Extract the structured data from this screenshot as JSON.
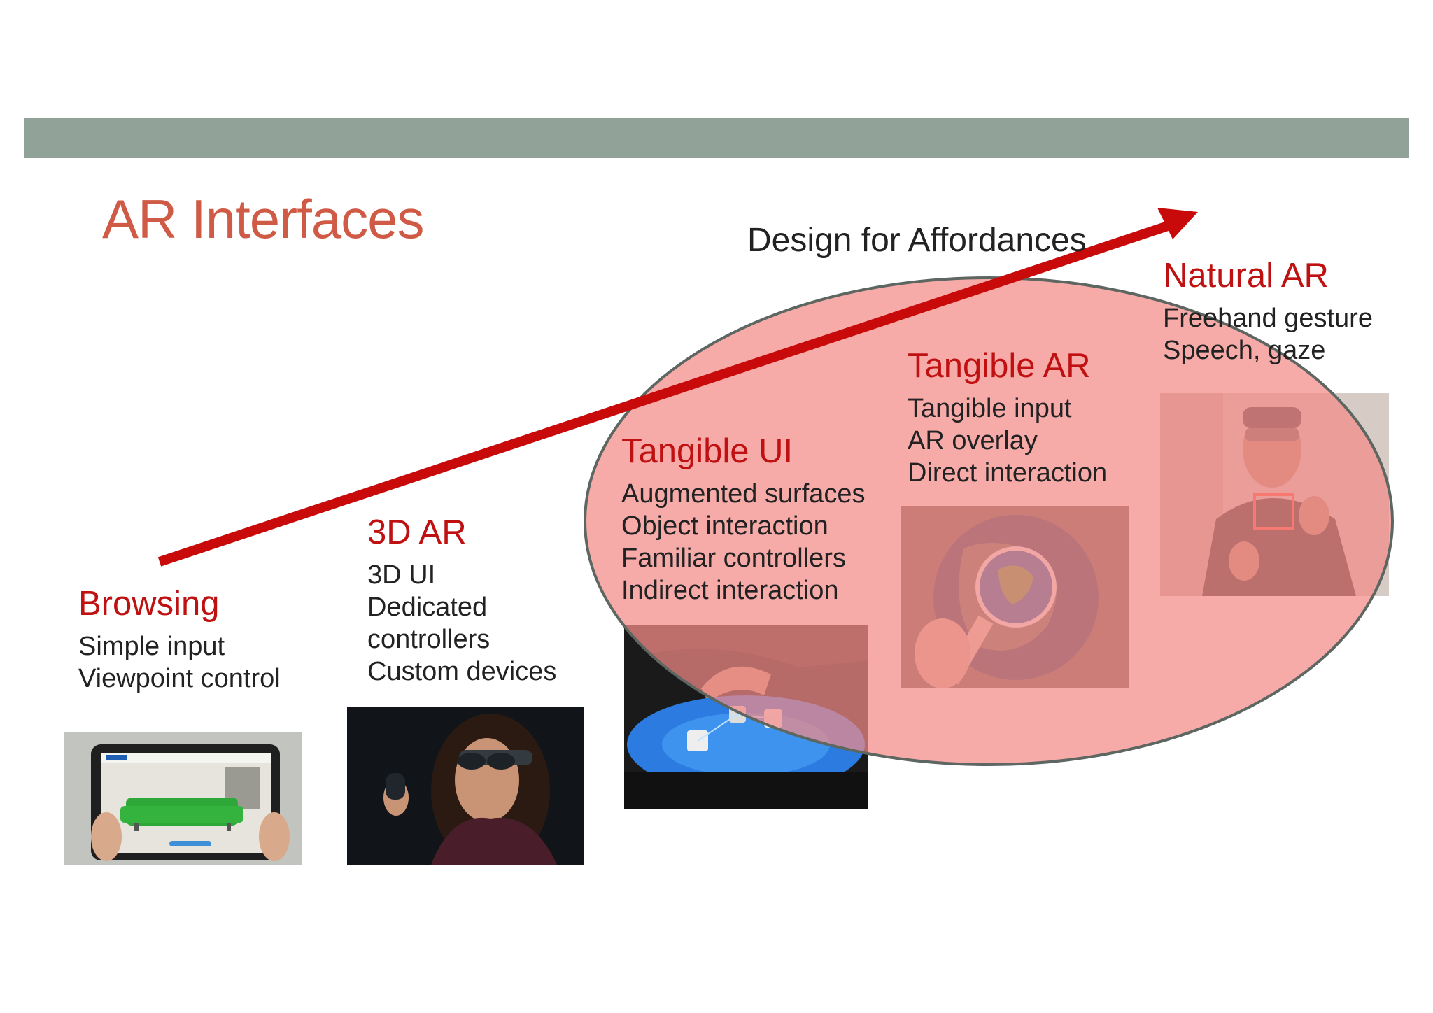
{
  "slide": {
    "title": "AR Interfaces",
    "arrow_label": "Design for Affordances"
  },
  "stages": [
    {
      "heading": "Browsing",
      "lines": [
        "Simple input",
        "Viewpoint control"
      ],
      "image": "tablet-sofa-ar-photo"
    },
    {
      "heading": "3D AR",
      "lines": [
        "3D UI",
        "Dedicated",
        "controllers",
        "Custom devices"
      ],
      "image": "headset-controller-photo"
    },
    {
      "heading": "Tangible UI",
      "lines": [
        "Augmented surfaces",
        "Object interaction",
        "Familiar controllers",
        "Indirect interaction"
      ],
      "image": "tabletop-interaction-photo"
    },
    {
      "heading": "Tangible AR",
      "lines": [
        "Tangible input",
        "AR overlay",
        "Direct interaction"
      ],
      "image": "globe-magnifier-photo"
    },
    {
      "heading": "Natural AR",
      "lines": [
        "Freehand gesture",
        "Speech, gaze"
      ],
      "image": "hololens-gesture-photo"
    }
  ],
  "colors": {
    "title": "#cf5a45",
    "heading": "#bf1111",
    "arrow": "#c80a0a",
    "ellipse_fill": "#f28b88",
    "bar": "#91a398"
  }
}
